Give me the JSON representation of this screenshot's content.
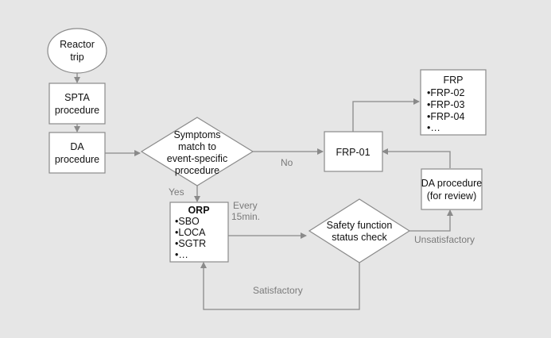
{
  "diagram": {
    "nodes": {
      "reactor_trip": [
        "Reactor",
        "trip"
      ],
      "spta": [
        "SPTA",
        "procedure"
      ],
      "da": [
        "DA",
        "procedure"
      ],
      "symptoms": [
        "Symptoms",
        "match to",
        "event-specific",
        "procedure"
      ],
      "frp01": [
        "FRP-01"
      ],
      "frp_title": "FRP",
      "frp_items": [
        "•FRP-02",
        "•FRP-03",
        "•FRP-04",
        "•…"
      ],
      "orp_title": "ORP",
      "orp_items": [
        "•SBO",
        "•LOCA",
        "•SGTR",
        "•…"
      ],
      "safety": [
        "Safety function",
        "status check"
      ],
      "da_review": [
        "DA procedure",
        "(for review)"
      ]
    },
    "labels": {
      "no": "No",
      "yes": "Yes",
      "every": [
        "Every",
        "15min."
      ],
      "satisfactory": "Satisfactory",
      "unsatisfactory": "Unsatisfactory"
    }
  }
}
